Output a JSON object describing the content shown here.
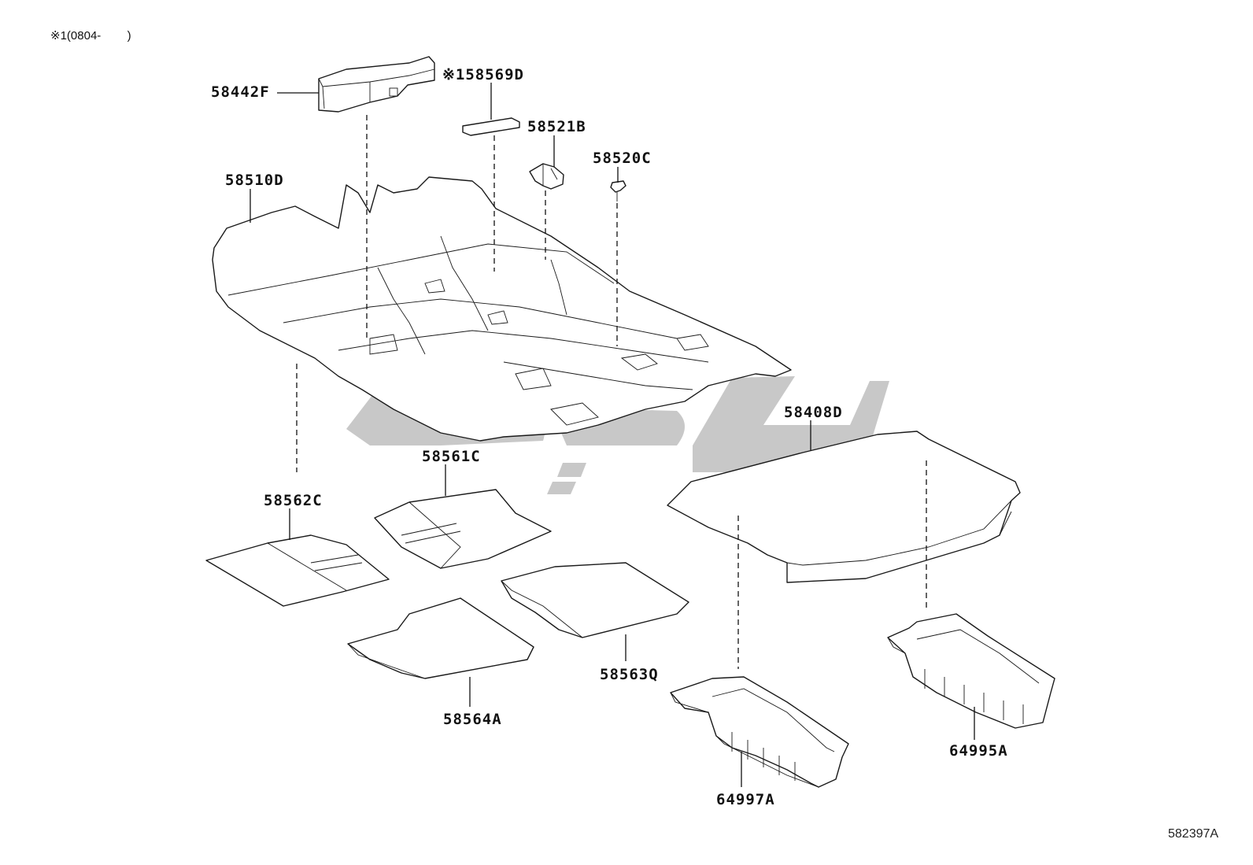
{
  "note": {
    "symbol": "※1",
    "text": "(0804-        )"
  },
  "diagram_id": "582397A",
  "parts": [
    {
      "key": "p58442F",
      "label": "58442F"
    },
    {
      "key": "p58569D",
      "label": "※158569D"
    },
    {
      "key": "p58521B",
      "label": "58521B"
    },
    {
      "key": "p58520C",
      "label": "58520C"
    },
    {
      "key": "p58510D",
      "label": "58510D"
    },
    {
      "key": "p58408D",
      "label": "58408D"
    },
    {
      "key": "p58561C",
      "label": "58561C"
    },
    {
      "key": "p58562C",
      "label": "58562C"
    },
    {
      "key": "p58563Q",
      "label": "58563Q"
    },
    {
      "key": "p58564A",
      "label": "58564A"
    },
    {
      "key": "p64997A",
      "label": "64997A"
    },
    {
      "key": "p64995A",
      "label": "64995A"
    }
  ],
  "watermark": {
    "kind": "logo"
  }
}
